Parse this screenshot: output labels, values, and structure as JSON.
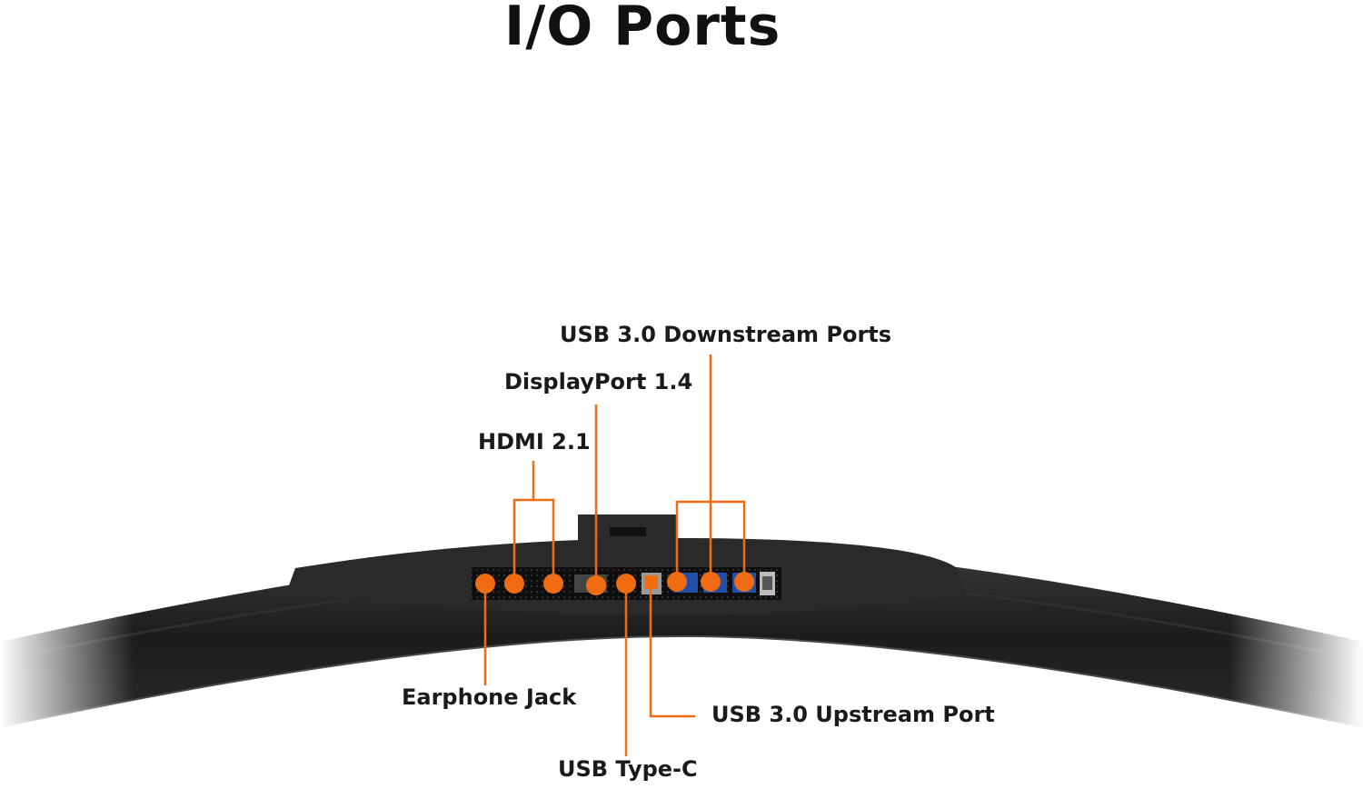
{
  "title": "I/O Ports",
  "colors": {
    "accent": "#ef6c12",
    "text": "#1a1a1a",
    "monitor": "#222222"
  },
  "labels": {
    "usb_downstream": "USB 3.0 Downstream Ports",
    "displayport": "DisplayPort 1.4",
    "hdmi": "HDMI 2.1",
    "earphone": "Earphone Jack",
    "usb_upstream": "USB 3.0 Upstream Port",
    "usb_c": "USB Type-C"
  }
}
